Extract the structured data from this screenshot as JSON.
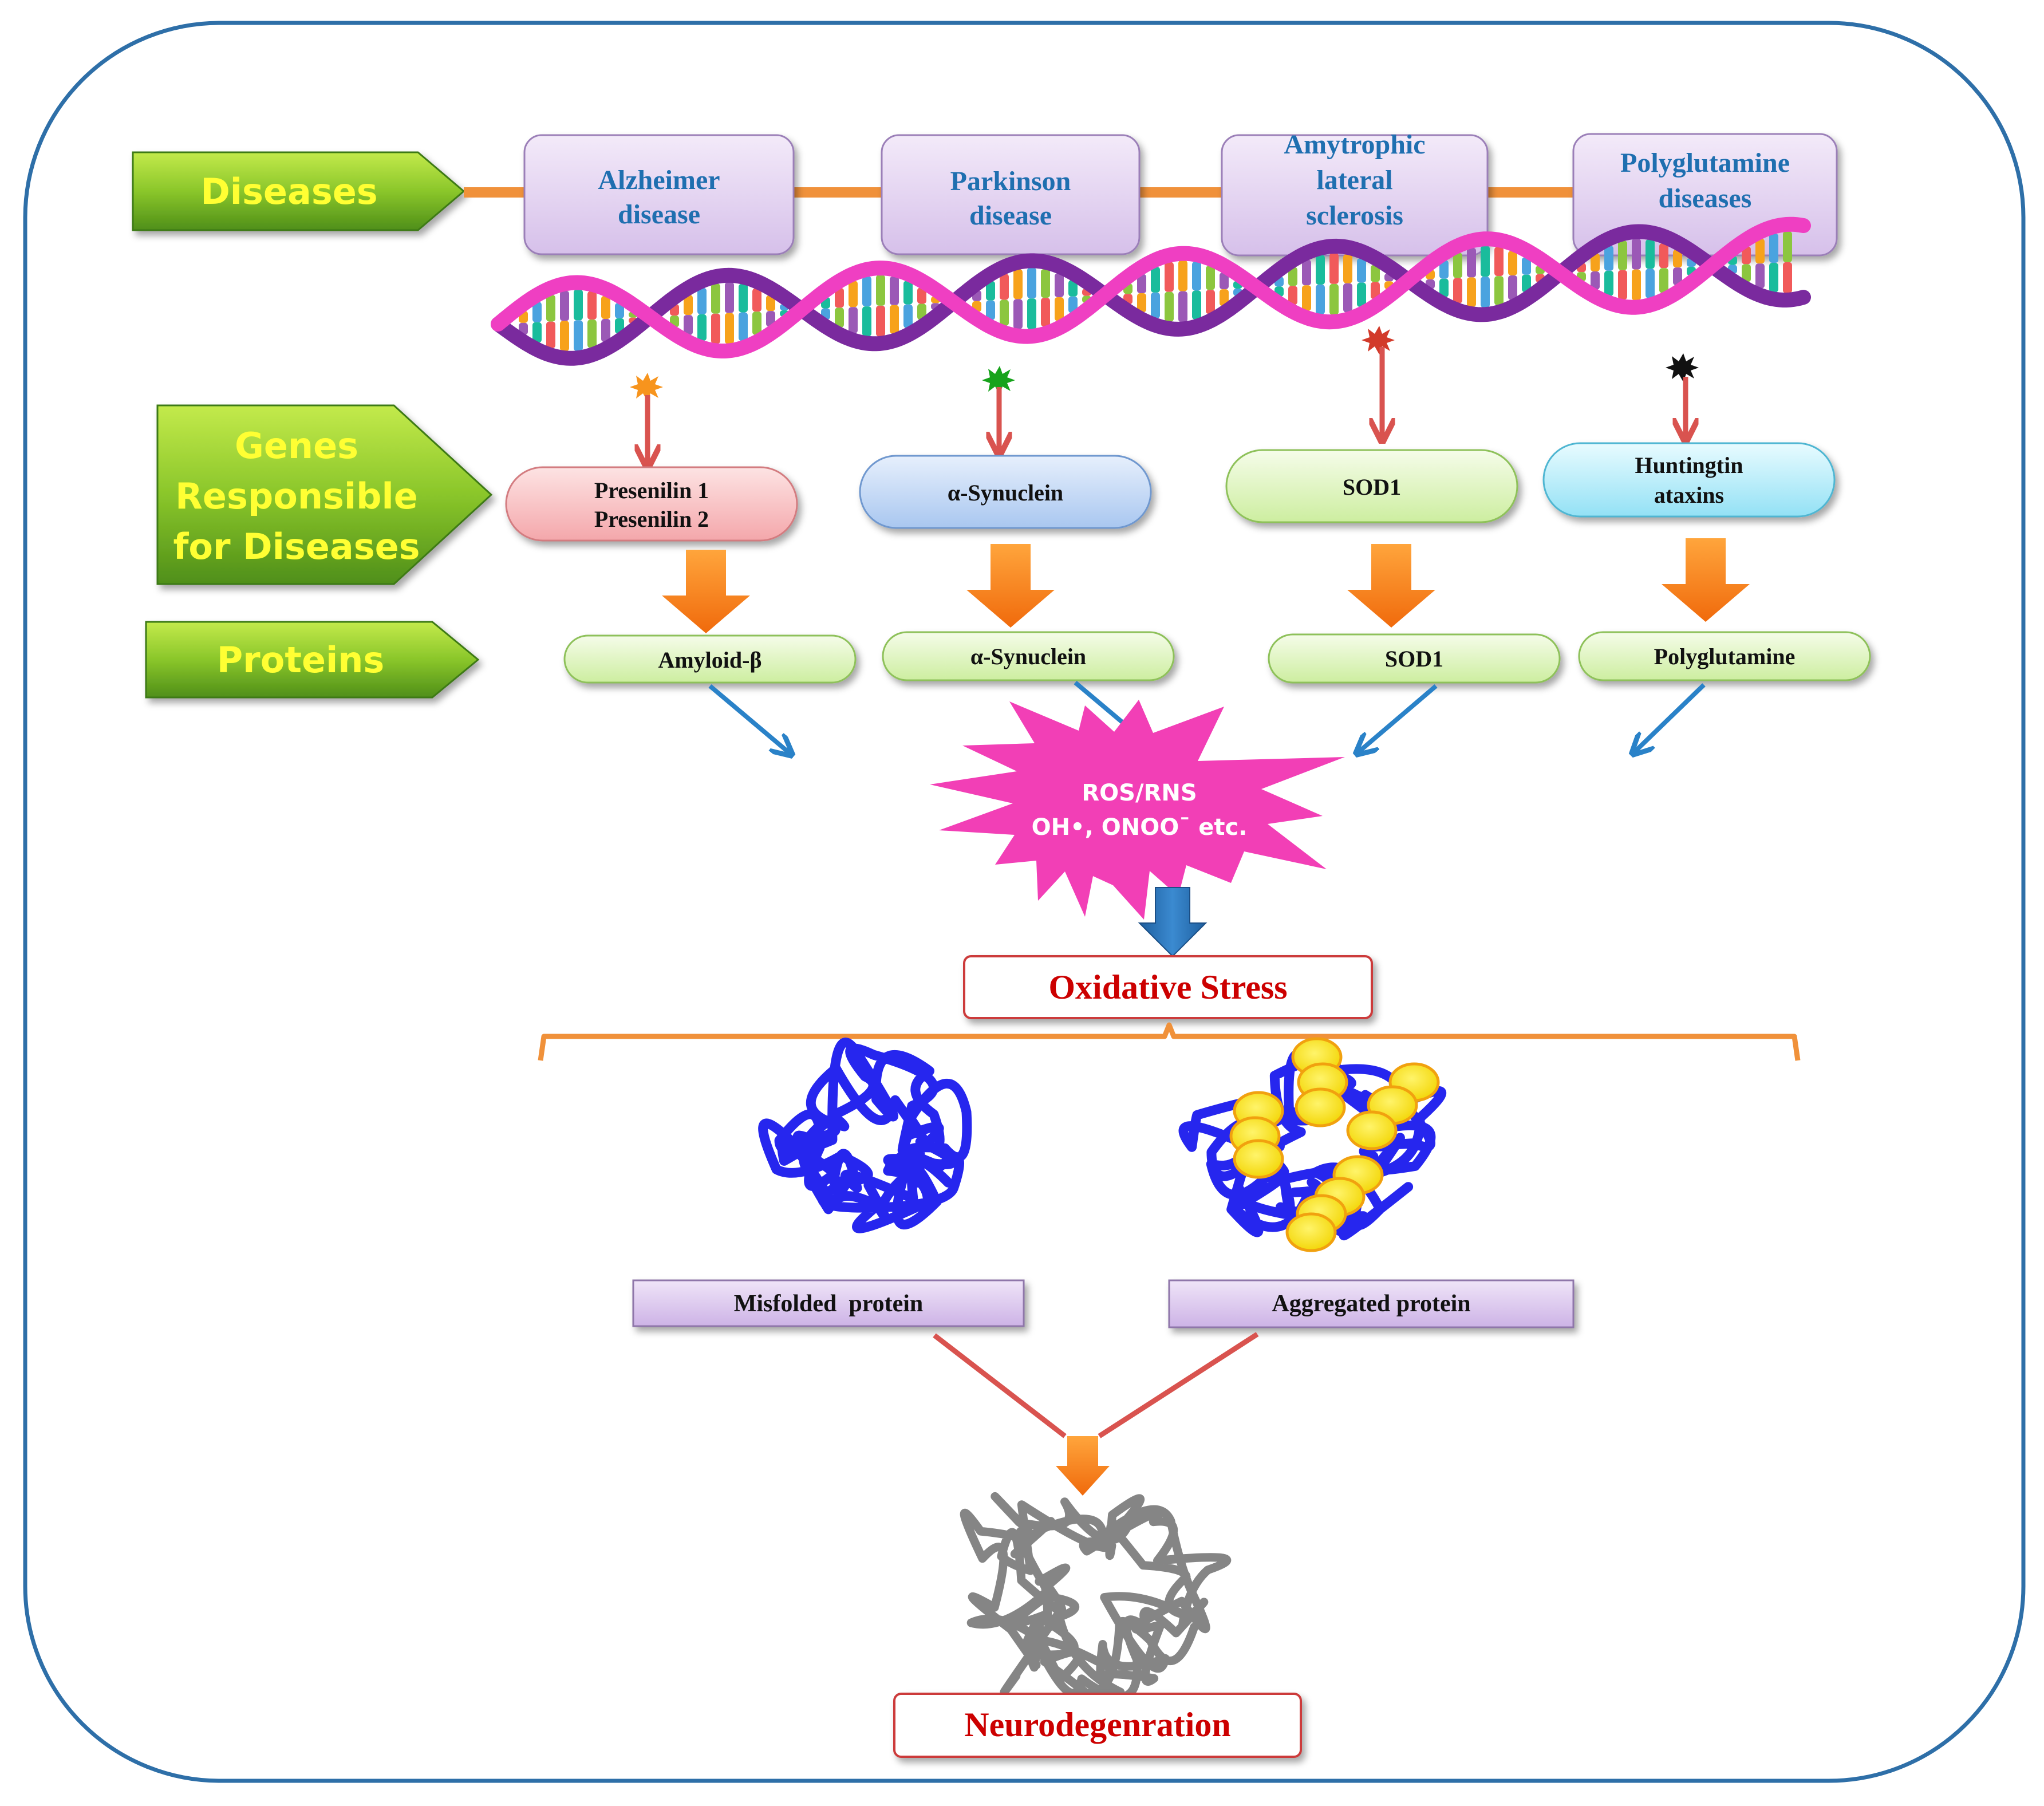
{
  "rows": {
    "diseases": "Diseases",
    "genes": [
      "Genes",
      "Responsible",
      "for Diseases"
    ],
    "proteins": "Proteins"
  },
  "diseases": [
    {
      "lines": [
        "Alzheimer",
        "disease"
      ]
    },
    {
      "lines": [
        "Parkinson",
        "disease"
      ]
    },
    {
      "lines": [
        "Amytrophic",
        "lateral",
        "sclerosis"
      ]
    },
    {
      "lines": [
        "Polyglutamine",
        "diseases"
      ]
    }
  ],
  "genes": [
    {
      "lines": [
        "Presenilin 1",
        "Presenilin 2"
      ]
    },
    {
      "lines": [
        "α-Synuclein"
      ]
    },
    {
      "lines": [
        "SOD1"
      ]
    },
    {
      "lines": [
        "Huntingtin",
        "ataxins"
      ]
    }
  ],
  "proteins": [
    {
      "label": "Amyloid-β"
    },
    {
      "label": "α-Synuclein"
    },
    {
      "label": "SOD1"
    },
    {
      "label": "Polyglutamine"
    }
  ],
  "ros": {
    "line1": "ROS/RNS",
    "line2": "OH•, ONOO¯ etc."
  },
  "oxidative_stress": "Oxidative Stress",
  "outcomes": {
    "misfolded": "Misfolded  protein",
    "aggregated": "Aggregated protein"
  },
  "neurodegeneration": "Neurodegenration",
  "colors": {
    "border": "#2e6fa8",
    "arrow_green_top": "#b6e03c",
    "arrow_green_bottom": "#4e8f1a",
    "arrow_label": "#ffff33",
    "disease_fill": "#e6d7f2",
    "disease_text": "#1f6fb0",
    "connector_orange": "#f0913a",
    "gene_red": "#f8c2c4",
    "gene_blue": "#c9dcf6",
    "gene_green": "#e6f7c9",
    "gene_cyan": "#c5f0fb",
    "protein_green": "#e8f8cf",
    "block_arrow": "#f47b16",
    "down_arrow_red": "#d9534f",
    "diag_arrow_blue": "#2a82c8",
    "ros_star": "#f23fb6",
    "blue_thick": "#2a6fb8",
    "result_red": "#cc0000",
    "coil_blue": "#2626ee",
    "bead_yellow": "#f7e61b",
    "coil_grey": "#858585"
  }
}
